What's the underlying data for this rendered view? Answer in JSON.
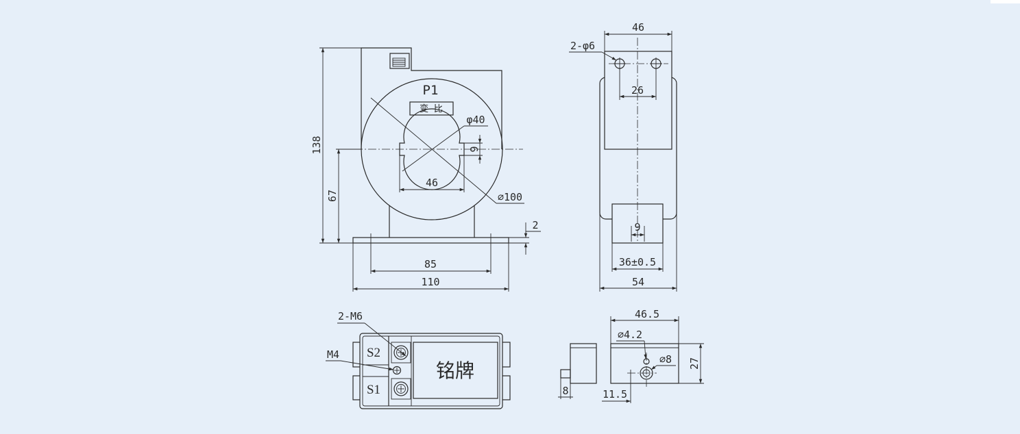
{
  "front_view": {
    "label_p1": "P1",
    "ratio_label": "变 比",
    "dim_inner_diameter": "φ40",
    "dim_slot_height": "9",
    "dim_slot_width": "46",
    "dim_outer_diameter": "⌀100",
    "dim_total_height": "138",
    "dim_center_height": "67",
    "dim_base_thickness": "2",
    "dim_mount_spacing": "85",
    "dim_base_width": "110"
  },
  "side_view": {
    "dim_top_width": "46",
    "dim_hole_spec": "2-φ6",
    "dim_hole_spacing": "26",
    "dim_slot": "9",
    "dim_neck_width": "36±0.5",
    "dim_total_width": "54"
  },
  "terminal_box_top": {
    "label_terminal_screws": "2-M6",
    "label_ground_screw": "M4",
    "terminal_s2": "S2",
    "terminal_s1": "S1",
    "nameplate": "铭牌"
  },
  "terminal_box_side": {
    "dim_width": "46.5",
    "dim_small_hole": "⌀4.2",
    "dim_large_hole": "⌀8",
    "dim_height": "27",
    "dim_lip": "8",
    "dim_offset": "11.5"
  },
  "colors": {
    "background": "#e6eff9",
    "line": "#2a2a2a",
    "corner_patch": "#ffffff"
  }
}
